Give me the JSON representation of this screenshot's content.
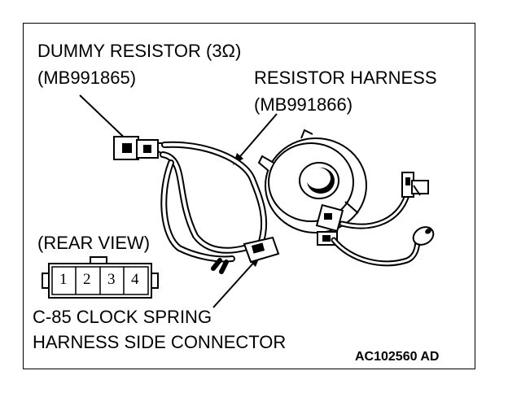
{
  "labels": {
    "dummy_resistor": "DUMMY RESISTOR (3Ω)",
    "dummy_resistor_part": "(MB991865)",
    "resistor_harness": "RESISTOR HARNESS",
    "resistor_harness_part": "(MB991866)",
    "rear_view": "(REAR VIEW)",
    "connector_line1": "C-85 CLOCK SPRING",
    "connector_line2": "HARNESS SIDE CONNECTOR",
    "figure_code": "AC102560 AD"
  },
  "connector_pins": [
    "1",
    "2",
    "3",
    "4"
  ]
}
